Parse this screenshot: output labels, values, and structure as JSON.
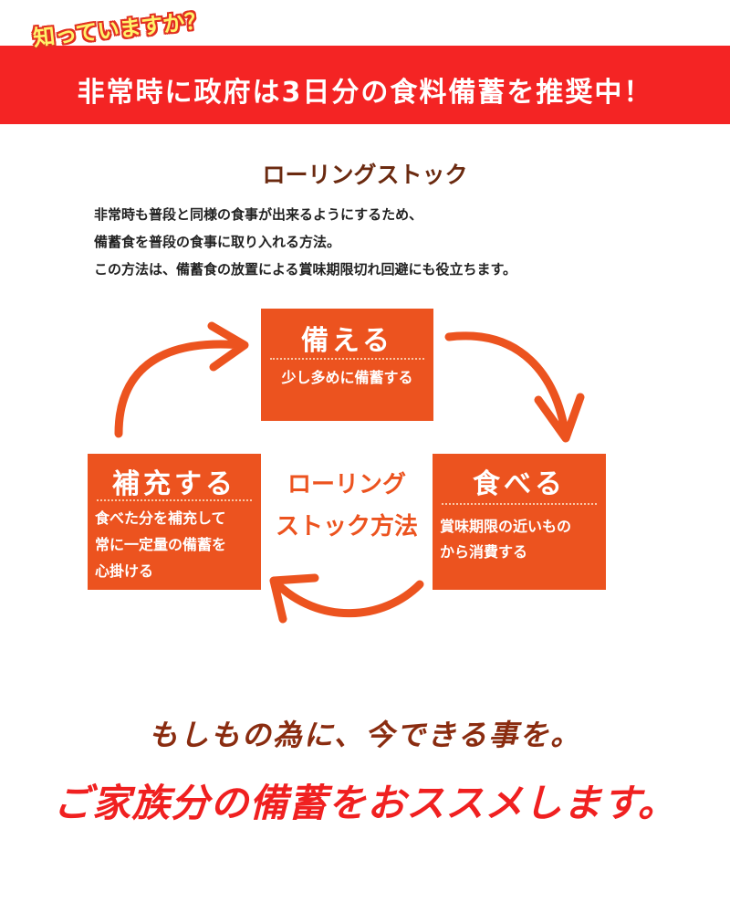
{
  "header": {
    "kicker": "知っていますか？",
    "banner": "非常時に政府は3日分の食料備蓄を推奨中！"
  },
  "intro": {
    "title": "ローリングストック",
    "lines": [
      "非常時も普段と同様の食事が出来るようにするため、",
      "備蓄食を普段の食事に取り入れる方法。",
      "この方法は、備蓄食の放置による賞味期限切れ回避にも役立ちます。"
    ]
  },
  "cycle": {
    "center": [
      "ローリング",
      "ストック方法"
    ],
    "steps": [
      {
        "title": "備える",
        "lines": [
          "少し多めに備蓄する"
        ]
      },
      {
        "title": "食べる",
        "lines": [
          "賞味期限の近いもの",
          "から消費する"
        ]
      },
      {
        "title": "補充する",
        "lines": [
          "食べた分を補充して",
          "常に一定量の備蓄を",
          "心掛ける"
        ]
      }
    ]
  },
  "footer": {
    "line1": "もしもの為に、今できる事を。",
    "line2": "ご家族分の備蓄をおススメします。"
  },
  "colors": {
    "banner": "#f42424",
    "accent": "#ec531f",
    "title": "#6b2a10"
  }
}
